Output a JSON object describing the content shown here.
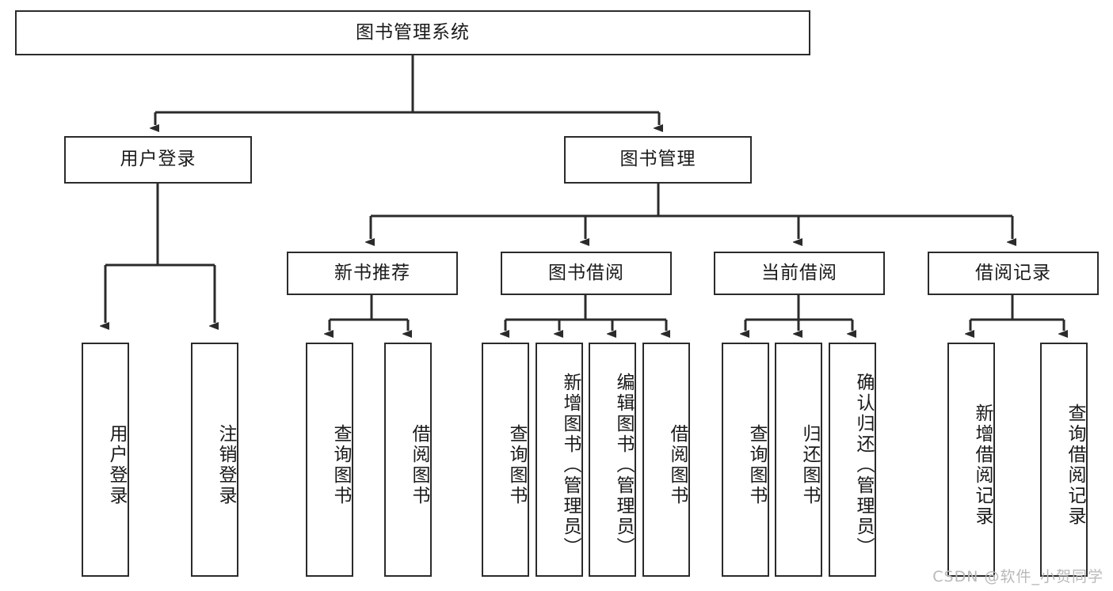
{
  "diagram": {
    "title": "图书管理系统",
    "type": "tree",
    "watermark": "CSDN @软件_小贺同学",
    "colors": {
      "stroke": "#2b2b2b",
      "fill": "#ffffff",
      "text": "#1a1a1a",
      "watermark": "#b9b9b9"
    },
    "levels": {
      "root": [
        {
          "id": "root",
          "label": "图书管理系统",
          "orientation": "horizontal"
        }
      ],
      "level2": [
        {
          "id": "user-login",
          "label": "用户登录",
          "orientation": "horizontal"
        },
        {
          "id": "book-manage",
          "label": "图书管理",
          "orientation": "horizontal"
        }
      ],
      "level3": [
        {
          "id": "new-book-rec",
          "label": "新书推荐",
          "orientation": "horizontal"
        },
        {
          "id": "book-borrow",
          "label": "图书借阅",
          "orientation": "horizontal"
        },
        {
          "id": "current-borrow",
          "label": "当前借阅",
          "orientation": "horizontal"
        },
        {
          "id": "borrow-record",
          "label": "借阅记录",
          "orientation": "horizontal"
        }
      ],
      "leaves": [
        {
          "id": "leaf-user-login",
          "label": "用户登录",
          "parent": "user-login",
          "orientation": "vertical"
        },
        {
          "id": "leaf-logout",
          "label": "注销登录",
          "parent": "user-login",
          "orientation": "vertical"
        },
        {
          "id": "leaf-query-book-1",
          "label": "查询图书",
          "parent": "new-book-rec",
          "orientation": "vertical"
        },
        {
          "id": "leaf-borrow-book-1",
          "label": "借阅图书",
          "parent": "new-book-rec",
          "orientation": "vertical"
        },
        {
          "id": "leaf-query-book-2",
          "label": "查询图书",
          "parent": "book-borrow",
          "orientation": "vertical"
        },
        {
          "id": "leaf-add-book",
          "label": "新增图书（管理员）",
          "parent": "book-borrow",
          "orientation": "vertical"
        },
        {
          "id": "leaf-edit-book",
          "label": "编辑图书（管理员）",
          "parent": "book-borrow",
          "orientation": "vertical"
        },
        {
          "id": "leaf-borrow-book-2",
          "label": "借阅图书",
          "parent": "book-borrow",
          "orientation": "vertical"
        },
        {
          "id": "leaf-query-book-3",
          "label": "查询图书",
          "parent": "current-borrow",
          "orientation": "vertical"
        },
        {
          "id": "leaf-return-book",
          "label": "归还图书",
          "parent": "current-borrow",
          "orientation": "vertical"
        },
        {
          "id": "leaf-confirm-return",
          "label": "确认归还（管理员）",
          "parent": "current-borrow",
          "orientation": "vertical"
        },
        {
          "id": "leaf-add-record",
          "label": "新增借阅记录",
          "parent": "borrow-record",
          "orientation": "vertical"
        },
        {
          "id": "leaf-query-record",
          "label": "查询借阅记录",
          "parent": "borrow-record",
          "orientation": "vertical"
        }
      ]
    }
  }
}
